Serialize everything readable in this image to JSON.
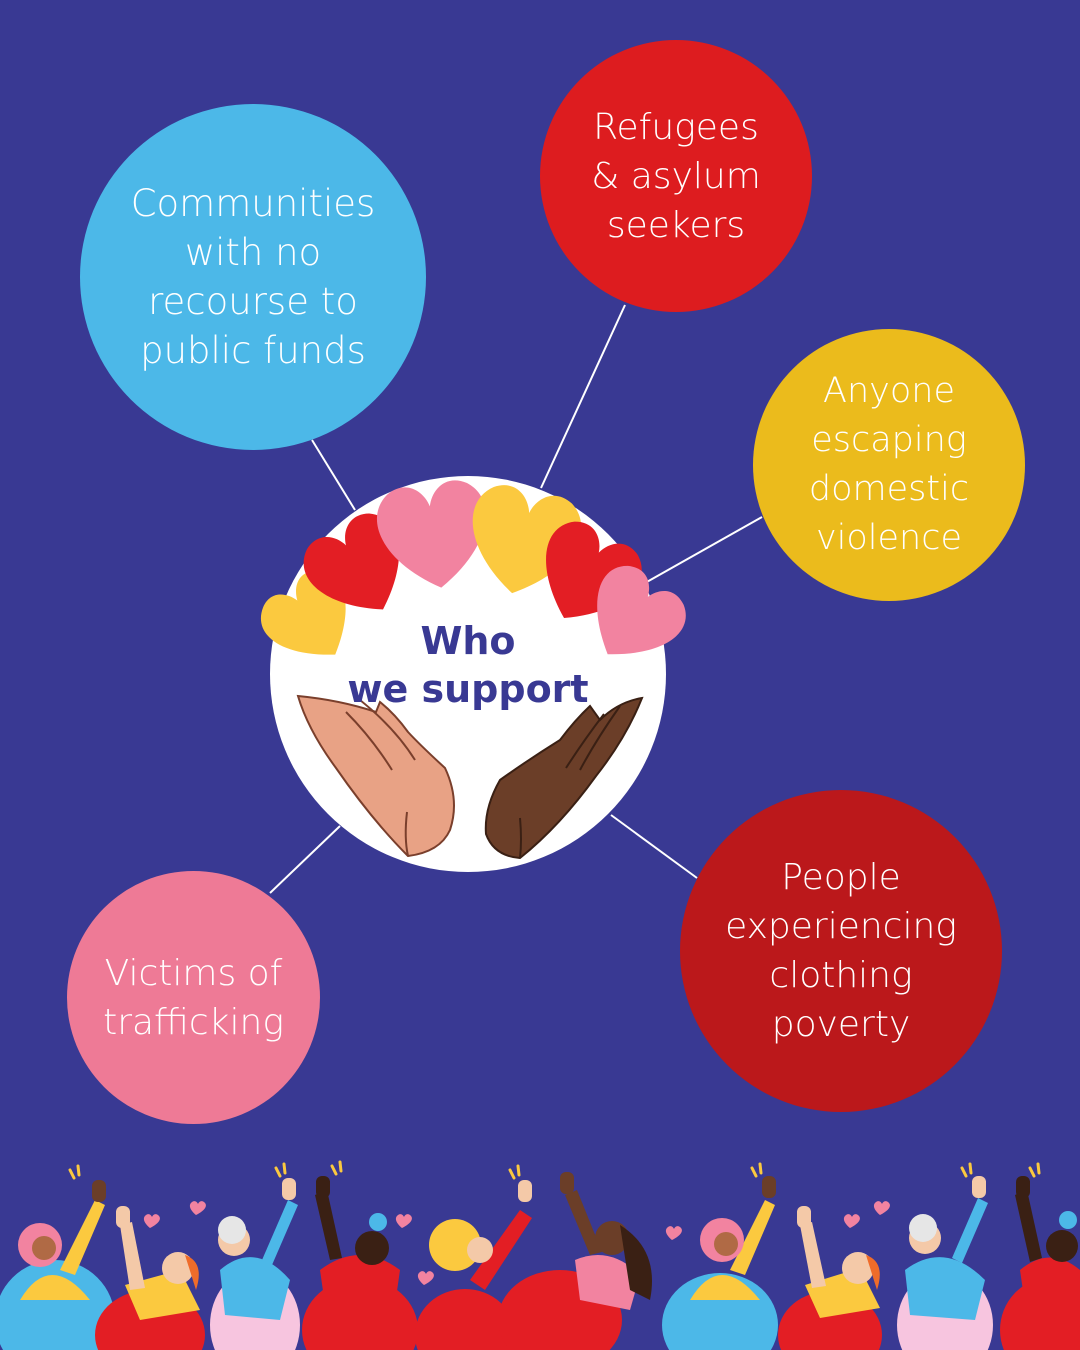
{
  "diagram": {
    "center_title": "Who\nwe support",
    "groups": [
      {
        "label": "Communities\nwith no\nrecourse to\npublic funds",
        "color": "#4cb8e8"
      },
      {
        "label": "Refugees\n& asylum\nseekers",
        "color": "#dd1c1f"
      },
      {
        "label": "Anyone\nescaping\ndomestic\nviolence",
        "color": "#ebbb1c"
      },
      {
        "label": "Victims of\ntrafficking",
        "color": "#ee7a96"
      },
      {
        "label": "People\nexperiencing\nclothing\npoverty",
        "color": "#bb181b"
      }
    ]
  },
  "colors": {
    "background": "#393993",
    "title": "#393993",
    "heart_red": "#e31e24",
    "heart_pink": "#f283a0",
    "heart_yellow": "#fbc93f"
  },
  "illustrations": [
    "hearts",
    "two-open-hands",
    "crowd-of-cheering-people"
  ]
}
